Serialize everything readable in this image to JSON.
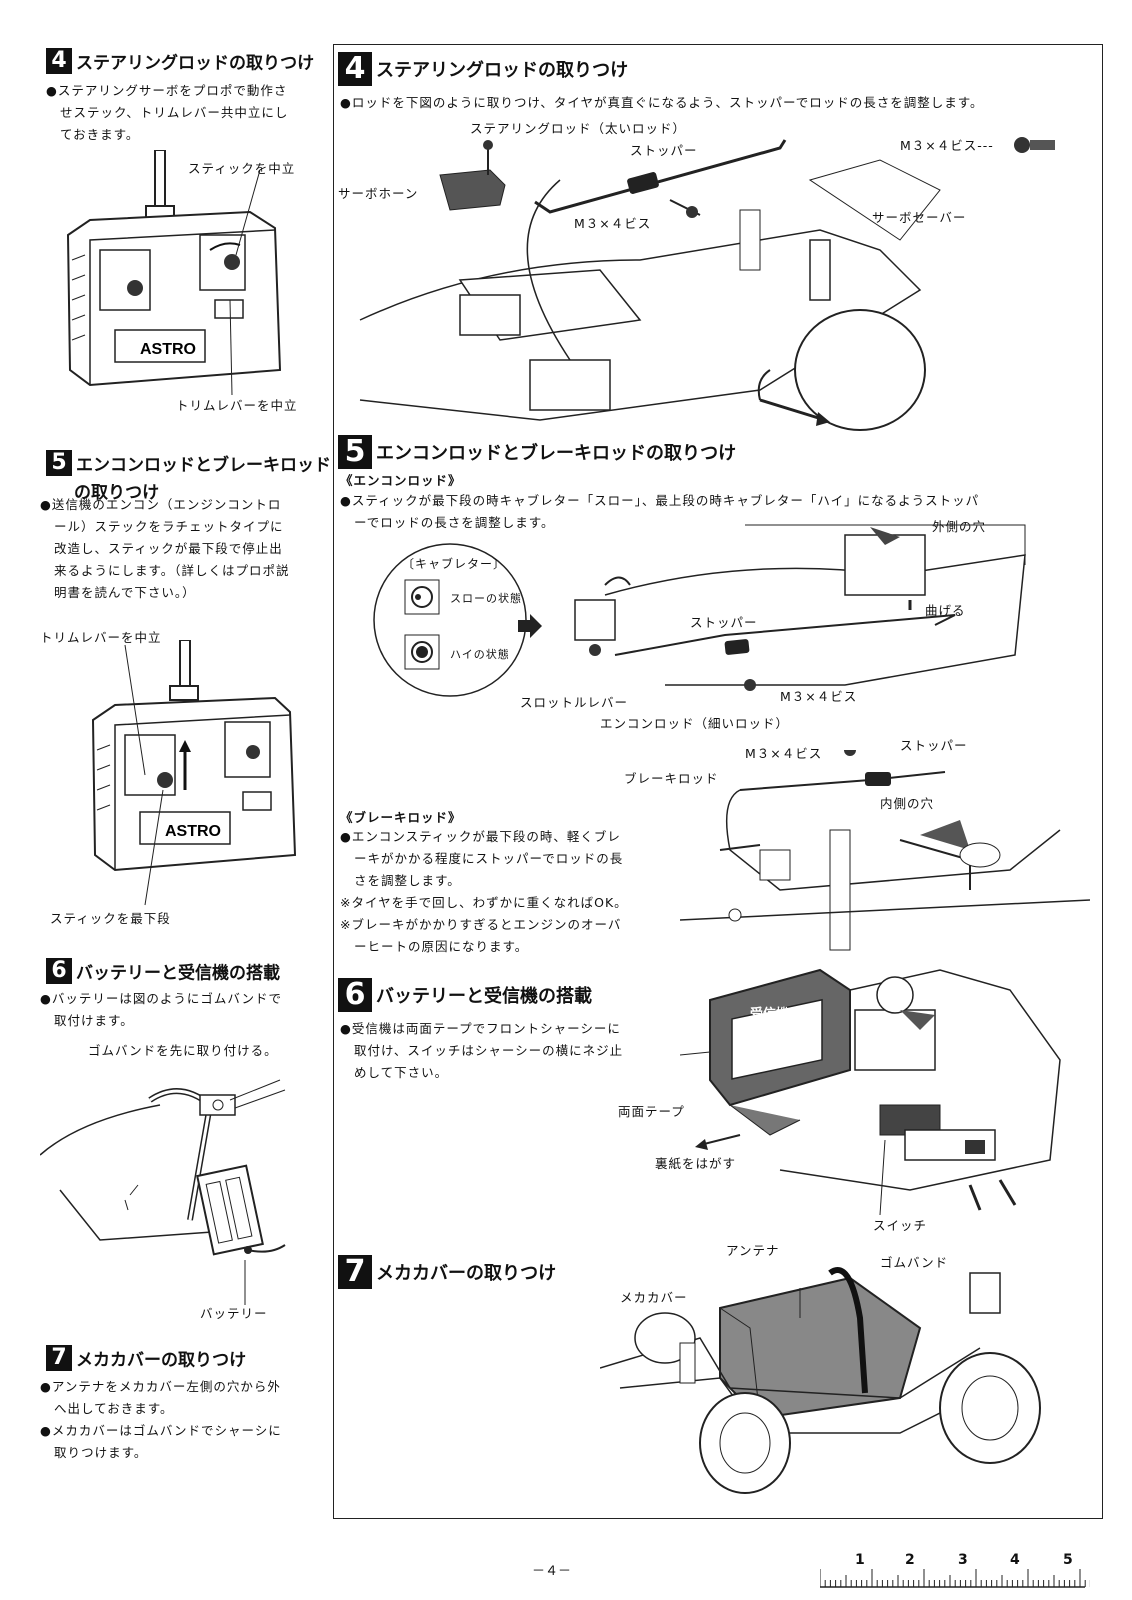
{
  "left": {
    "s4": {
      "num": "4",
      "title": "ステアリングロッドの取りつけ",
      "text": [
        "●ステアリングサーボをプロポで動作さ",
        "せステック、トリムレバー共中立にし",
        "ておきます。"
      ],
      "labels": {
        "stick": "スティックを中立",
        "trim": "トリムレバーを中立"
      }
    },
    "s5": {
      "num": "5",
      "title1": "エンコンロッドとブレーキロッド",
      "title2": "の取りつけ",
      "text": [
        "●送信機のエンコン（エンジンコントロ",
        "ール）ステックをラチェットタイプに",
        "改造し、スティックが最下段で停止出",
        "来るようにします。（詳しくはプロポ説",
        "明書を読んで下さい。）"
      ],
      "labels": {
        "trim": "トリムレバーを中立",
        "stick": "スティックを最下段"
      }
    },
    "s6": {
      "num": "6",
      "title": "バッテリーと受信機の搭載",
      "text": [
        "●バッテリーは図のようにゴムバンドで",
        "取付けます。"
      ],
      "labels": {
        "band": "ゴムバンドを先に取り付ける。",
        "battery": "バッテリー"
      }
    },
    "s7": {
      "num": "7",
      "title": "メカカバーの取りつけ",
      "text": [
        "●アンテナをメカカバー左側の穴から外",
        "へ出しておきます。",
        "●メカカバーはゴムバンドでシャーシに",
        "取りつけます。"
      ]
    },
    "brand": "ASTRO"
  },
  "right": {
    "s4": {
      "num": "4",
      "title": "ステアリングロッドの取りつけ",
      "text": "●ロッドを下図のように取りつけ、タイヤが真直ぐになるよう、ストッパーでロッドの長さを調整します。",
      "labels": {
        "rod": "ステアリングロッド（太いロッド）",
        "stopper": "ストッパー",
        "screw_top": "M３×４ビス---",
        "horn": "サーボホーン",
        "screw": "M３×４ビス",
        "saver": "サーボセーバー"
      }
    },
    "s5": {
      "num": "5",
      "title": "エンコンロッドとブレーキロッドの取りつけ",
      "sub1": "《エンコンロッド》",
      "text": [
        "●スティックが最下段の時キャブレター「スロー」、最上段の時キャブレター「ハイ」になるようストッパ",
        "ーでロッドの長さを調整します。"
      ],
      "carb": {
        "title": "〔キャブレター〕",
        "slow": "スローの状態",
        "high": "ハイの状態"
      },
      "labels": {
        "outer": "外側の穴",
        "bend": "曲げる",
        "stopper": "ストッパー",
        "screw": "M３×４ビス",
        "throttle": "スロットルレバー",
        "rod": "エンコンロッド（細いロッド）",
        "screw2": "M３×４ビス",
        "stopper2": "ストッパー",
        "brake_rod": "ブレーキロッド",
        "inner": "内側の穴"
      },
      "sub2": "《ブレーキロッド》",
      "text2": [
        "●エンコンスティックが最下段の時、軽くブレ",
        "ーキがかかる程度にストッパーでロッドの長",
        "さを調整します。",
        "※タイヤを手で回し、わずかに重くなればOK。",
        "※ブレーキがかかりすぎるとエンジンのオーバ",
        "ーヒートの原因になります。"
      ]
    },
    "s6": {
      "num": "6",
      "title": "バッテリーと受信機の搭載",
      "text": [
        "●受信機は両面テープでフロントシャーシーに",
        "取付け、スイッチはシャーシーの横にネジ止",
        "めして下さい。"
      ],
      "labels": {
        "receiver": "受信機",
        "tape": "両面テープ",
        "peel": "裏紙をはがす",
        "switch": "スイッチ"
      }
    },
    "s7": {
      "num": "7",
      "title": "メカカバーの取りつけ",
      "labels": {
        "antenna": "アンテナ",
        "band": "ゴムバンド",
        "cover": "メカカバー"
      }
    }
  },
  "footer": {
    "page": "－４－",
    "ruler": [
      "1",
      "2",
      "3",
      "4",
      "5"
    ]
  }
}
